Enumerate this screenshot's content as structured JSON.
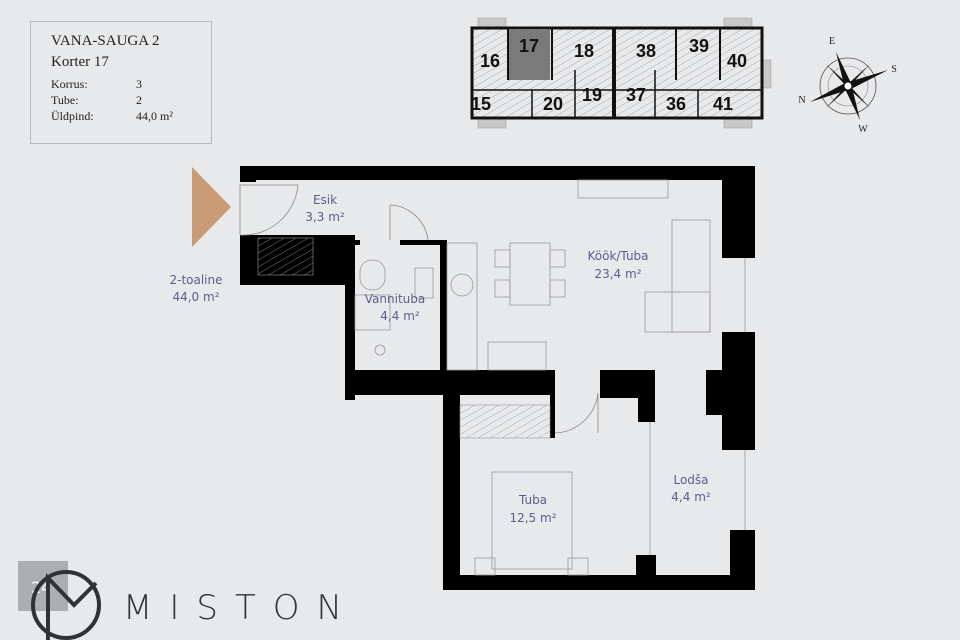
{
  "info": {
    "project": "VANA-SAUGA 2",
    "apartment": "Korter 17",
    "rows": [
      {
        "label": "Korrus:",
        "value": "3"
      },
      {
        "label": "Tube:",
        "value": "2"
      },
      {
        "label": "Üldpind:",
        "value": "44,0 m²"
      }
    ]
  },
  "building_plan": {
    "highlighted": "17",
    "units": [
      "16",
      "17",
      "18",
      "38",
      "39",
      "40",
      "15",
      "20",
      "19",
      "37",
      "36",
      "41"
    ]
  },
  "compass": {
    "e": "E",
    "s": "S",
    "n": "N",
    "w": "W"
  },
  "summary": {
    "type": "2-toaline",
    "area": "44,0 m²"
  },
  "rooms": [
    {
      "name": "Esik",
      "area": "3,3 m²"
    },
    {
      "name": "Vannituba",
      "area": "4,4 m²"
    },
    {
      "name": "Köök/Tuba",
      "area": "23,4 m²"
    },
    {
      "name": "Tuba",
      "area": "12,5 m²"
    },
    {
      "name": "Lodša",
      "area": "4,4 m²"
    }
  ],
  "logo": {
    "text": "MISTON",
    "badge": "24"
  },
  "colors": {
    "label": "#5e5c8e",
    "entrance": "#c99a73",
    "highlight": "#777777",
    "wall": "#000000"
  }
}
